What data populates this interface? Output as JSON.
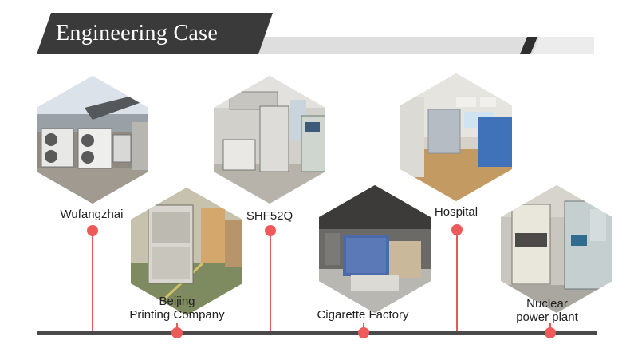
{
  "header": {
    "title": "Engineering Case"
  },
  "cases": [
    {
      "id": "wufangzhai",
      "lines": [
        "Wufangzhai"
      ]
    },
    {
      "id": "beijing",
      "lines": [
        "Beijing",
        "Printing Company"
      ]
    },
    {
      "id": "shf52q",
      "lines": [
        "SHF52Q"
      ]
    },
    {
      "id": "cigarette",
      "lines": [
        "Cigarette Factory"
      ]
    },
    {
      "id": "hospital",
      "lines": [
        "Hospital"
      ]
    },
    {
      "id": "nuclear",
      "lines": [
        "Nuclear",
        "power plant"
      ]
    }
  ],
  "colors": {
    "accent": "#ee5a5a",
    "banner": "#3a3a3a",
    "timeline": "#4a4a4a"
  }
}
